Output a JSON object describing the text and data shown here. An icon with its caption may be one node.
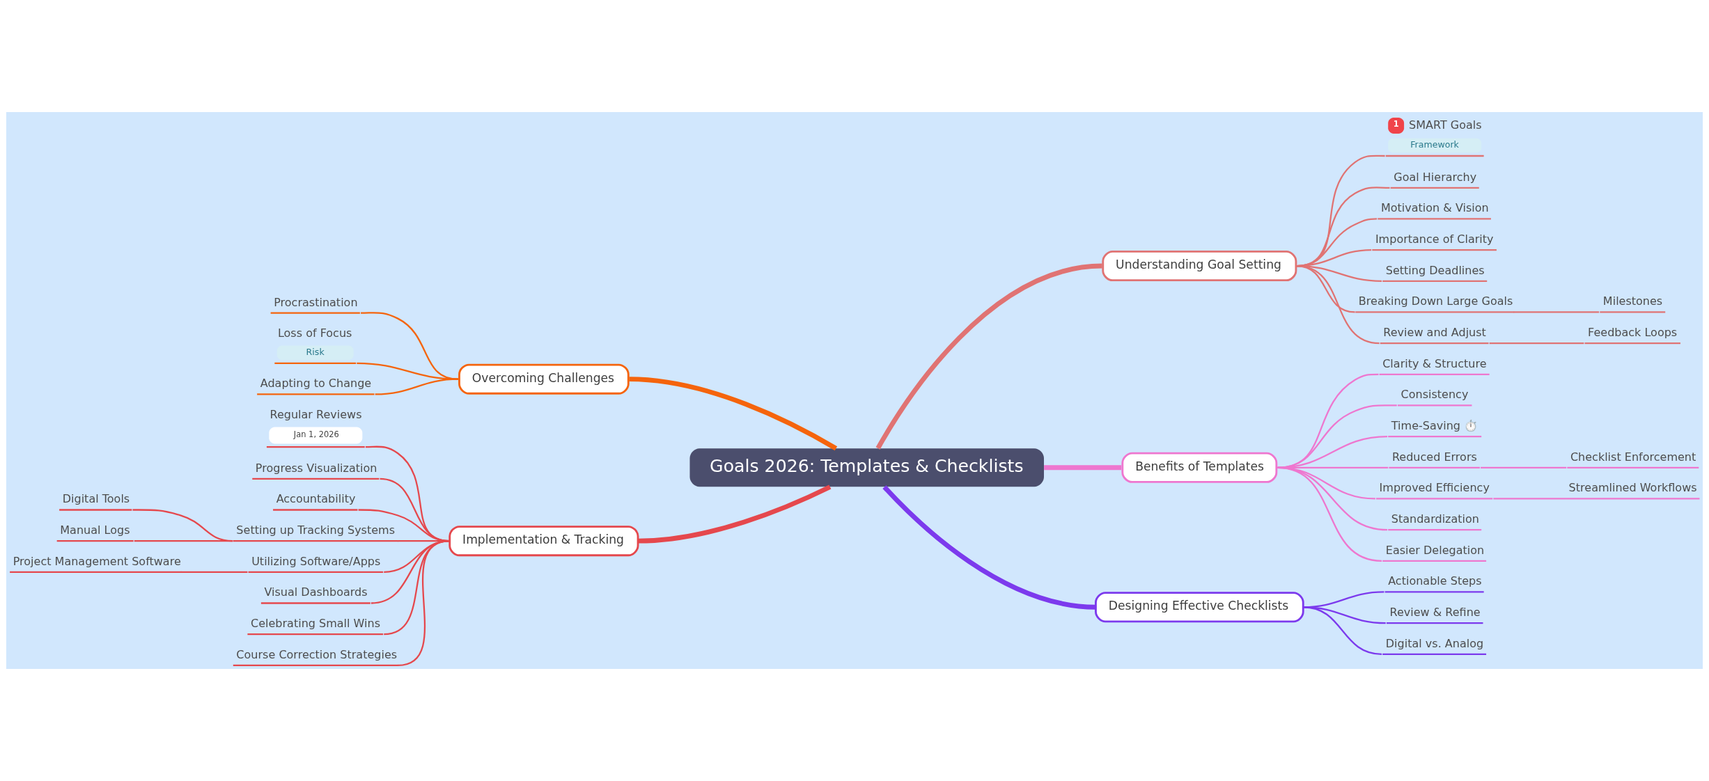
{
  "diagram": {
    "nodes": [
      {
        "text": [
          "Goals 2026: Templates & Checklists"
        ]
      },
      {
        "text": [
          "Understanding Goal Setting"
        ]
      },
      {
        "text": [
          "1",
          "SMART Goals",
          "Framework"
        ]
      },
      {
        "text": [
          "Goal Hierarchy"
        ]
      },
      {
        "text": [
          "Motivation & Vision"
        ]
      },
      {
        "text": [
          "Importance of Clarity"
        ]
      },
      {
        "text": [
          "Setting Deadlines"
        ]
      },
      {
        "text": [
          "Breaking Down Large Goals"
        ]
      },
      {
        "text": [
          "Milestones"
        ]
      },
      {
        "text": [
          "Review and Adjust"
        ]
      },
      {
        "text": [
          "Feedback Loops"
        ]
      },
      {
        "text": [
          "Benefits of Templates"
        ]
      },
      {
        "text": [
          "Clarity & Structure"
        ]
      },
      {
        "text": [
          "Consistency"
        ]
      },
      {
        "text": [
          "Time-Saving ⏱️"
        ]
      },
      {
        "text": [
          "Reduced Errors"
        ]
      },
      {
        "text": [
          "Checklist Enforcement"
        ]
      },
      {
        "text": [
          "Improved Efficiency"
        ]
      },
      {
        "text": [
          "Streamlined Workflows"
        ]
      },
      {
        "text": [
          "Standardization"
        ]
      },
      {
        "text": [
          "Easier Delegation"
        ]
      },
      {
        "text": [
          "Designing Effective Checklists"
        ]
      },
      {
        "text": [
          "Actionable Steps"
        ]
      },
      {
        "text": [
          "Review & Refine"
        ]
      },
      {
        "text": [
          "Digital vs. Analog"
        ]
      },
      {
        "text": [
          "Overcoming Challenges"
        ]
      },
      {
        "text": [
          "Procrastination"
        ]
      },
      {
        "text": [
          "Loss of Focus",
          "Risk"
        ]
      },
      {
        "text": [
          "Adapting to Change"
        ]
      },
      {
        "text": [
          "Implementation & Tracking"
        ]
      },
      {
        "text": [
          "Regular Reviews",
          "Jan 1, 2026"
        ]
      },
      {
        "text": [
          "Progress Visualization"
        ]
      },
      {
        "text": [
          "Accountability"
        ]
      },
      {
        "text": [
          "Setting up Tracking Systems"
        ]
      },
      {
        "text": [
          "Digital Tools"
        ]
      },
      {
        "text": [
          "Manual Logs"
        ]
      },
      {
        "text": [
          "Utilizing Software/Apps"
        ]
      },
      {
        "text": [
          "Project Management Software"
        ]
      },
      {
        "text": [
          "Visual Dashboards"
        ]
      },
      {
        "text": [
          "Celebrating Small Wins"
        ]
      },
      {
        "text": [
          "Course Correction Strategies"
        ]
      }
    ],
    "edges": [
      {
        "from": 0,
        "to": 1,
        "arrow": "none",
        "style": "thick",
        "color": "#e07373"
      },
      {
        "from": 1,
        "to": 2,
        "arrow": "none",
        "color": "#e07373"
      },
      {
        "from": 1,
        "to": 3,
        "arrow": "none",
        "color": "#e07373"
      },
      {
        "from": 1,
        "to": 4,
        "arrow": "none",
        "color": "#e07373"
      },
      {
        "from": 1,
        "to": 5,
        "arrow": "none",
        "color": "#e07373"
      },
      {
        "from": 1,
        "to": 6,
        "arrow": "none",
        "color": "#e07373"
      },
      {
        "from": 1,
        "to": 7,
        "arrow": "none",
        "color": "#e07373"
      },
      {
        "from": 7,
        "to": 8,
        "arrow": "none",
        "color": "#e07373"
      },
      {
        "from": 1,
        "to": 9,
        "arrow": "none",
        "color": "#e07373"
      },
      {
        "from": 9,
        "to": 10,
        "arrow": "none",
        "color": "#e07373"
      },
      {
        "from": 0,
        "to": 11,
        "arrow": "none",
        "style": "thick",
        "color": "#ee77cf"
      },
      {
        "from": 11,
        "to": 12,
        "arrow": "none",
        "color": "#ee77cf"
      },
      {
        "from": 11,
        "to": 13,
        "arrow": "none",
        "color": "#ee77cf"
      },
      {
        "from": 11,
        "to": 14,
        "arrow": "none",
        "color": "#ee77cf"
      },
      {
        "from": 11,
        "to": 15,
        "arrow": "none",
        "color": "#ee77cf"
      },
      {
        "from": 15,
        "to": 16,
        "arrow": "none",
        "color": "#ee77cf"
      },
      {
        "from": 11,
        "to": 17,
        "arrow": "none",
        "color": "#ee77cf"
      },
      {
        "from": 17,
        "to": 18,
        "arrow": "none",
        "color": "#ee77cf"
      },
      {
        "from": 11,
        "to": 19,
        "arrow": "none",
        "color": "#ee77cf"
      },
      {
        "from": 11,
        "to": 20,
        "arrow": "none",
        "color": "#ee77cf"
      },
      {
        "from": 0,
        "to": 21,
        "arrow": "none",
        "style": "thick",
        "color": "#7c3aed"
      },
      {
        "from": 21,
        "to": 22,
        "arrow": "none",
        "color": "#7c3aed"
      },
      {
        "from": 21,
        "to": 23,
        "arrow": "none",
        "color": "#7c3aed"
      },
      {
        "from": 21,
        "to": 24,
        "arrow": "none",
        "color": "#7c3aed"
      },
      {
        "from": 25,
        "to": 0,
        "arrow": "none",
        "style": "thick",
        "color": "#f5640c"
      },
      {
        "from": 26,
        "to": 25,
        "arrow": "none",
        "color": "#f5640c"
      },
      {
        "from": 27,
        "to": 25,
        "arrow": "none",
        "color": "#f5640c"
      },
      {
        "from": 28,
        "to": 25,
        "arrow": "none",
        "color": "#f5640c"
      },
      {
        "from": 29,
        "to": 0,
        "arrow": "none",
        "style": "thick",
        "color": "#e5484d"
      },
      {
        "from": 30,
        "to": 29,
        "arrow": "none",
        "color": "#e5484d"
      },
      {
        "from": 31,
        "to": 29,
        "arrow": "none",
        "color": "#e5484d"
      },
      {
        "from": 32,
        "to": 29,
        "arrow": "none",
        "color": "#e5484d"
      },
      {
        "from": 33,
        "to": 29,
        "arrow": "none",
        "color": "#e5484d"
      },
      {
        "from": 34,
        "to": 33,
        "arrow": "none",
        "color": "#e5484d"
      },
      {
        "from": 35,
        "to": 33,
        "arrow": "none",
        "color": "#e5484d"
      },
      {
        "from": 36,
        "to": 29,
        "arrow": "none",
        "color": "#e5484d"
      },
      {
        "from": 37,
        "to": 36,
        "arrow": "none",
        "color": "#e5484d"
      },
      {
        "from": 38,
        "to": 29,
        "arrow": "none",
        "color": "#e5484d"
      },
      {
        "from": 39,
        "to": 29,
        "arrow": "none",
        "color": "#e5484d"
      },
      {
        "from": 40,
        "to": 29,
        "arrow": "none",
        "color": "#e5484d"
      }
    ]
  }
}
